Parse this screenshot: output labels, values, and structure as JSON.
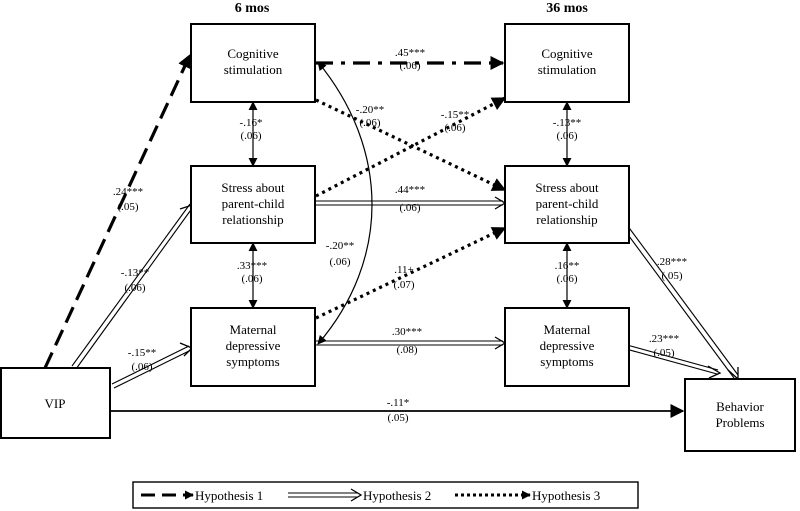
{
  "headers": {
    "wave1": "6 mos",
    "wave2": "36 mos"
  },
  "boxes": {
    "cog6": [
      "Cognitive",
      "stimulation"
    ],
    "stress6": [
      "Stress about",
      "parent-child",
      "relationship"
    ],
    "dep6": [
      "Maternal",
      "depressive",
      "symptoms"
    ],
    "vip": [
      "VIP"
    ],
    "cog36": [
      "Cognitive",
      "stimulation"
    ],
    "stress36": [
      "Stress about",
      "parent-child",
      "relationship"
    ],
    "dep36": [
      "Maternal",
      "depressive",
      "symptoms"
    ],
    "beh": [
      "Behavior",
      "Problems"
    ]
  },
  "coefficients": {
    "cog6_cog36": [
      ".45***",
      "(.06)"
    ],
    "cog6_stress6": [
      "-.16*",
      "(.06)"
    ],
    "cog6_stress36": [
      "-.20**",
      "(.06)"
    ],
    "stress6_cog36": [
      "-.15**",
      "(.06)"
    ],
    "cog36_stress36": [
      "-.13**",
      "(.06)"
    ],
    "vip_cog6": [
      ".24***",
      "(.05)"
    ],
    "stress6_stress36": [
      ".44***",
      "(.06)"
    ],
    "dep36_cog6": [
      "-.20**",
      "(.06)"
    ],
    "vip_stress6": [
      "-.13**",
      "(.06)"
    ],
    "stress6_dep6": [
      ".33***",
      "(.06)"
    ],
    "dep6_stress36": [
      ".11+",
      "(.07)"
    ],
    "stress36_dep36": [
      ".16**",
      "(.06)"
    ],
    "stress36_beh": [
      ".28***",
      "(.05)"
    ],
    "vip_dep6": [
      "-.15**",
      "(.06)"
    ],
    "dep6_dep36": [
      ".30***",
      "(.08)"
    ],
    "dep36_beh": [
      ".23***",
      "(.05)"
    ],
    "vip_beh": [
      "-.11*",
      "(.05)"
    ]
  },
  "legend": {
    "h1": "Hypothesis 1",
    "h2": "Hypothesis 2",
    "h3": "Hypothesis 3"
  }
}
